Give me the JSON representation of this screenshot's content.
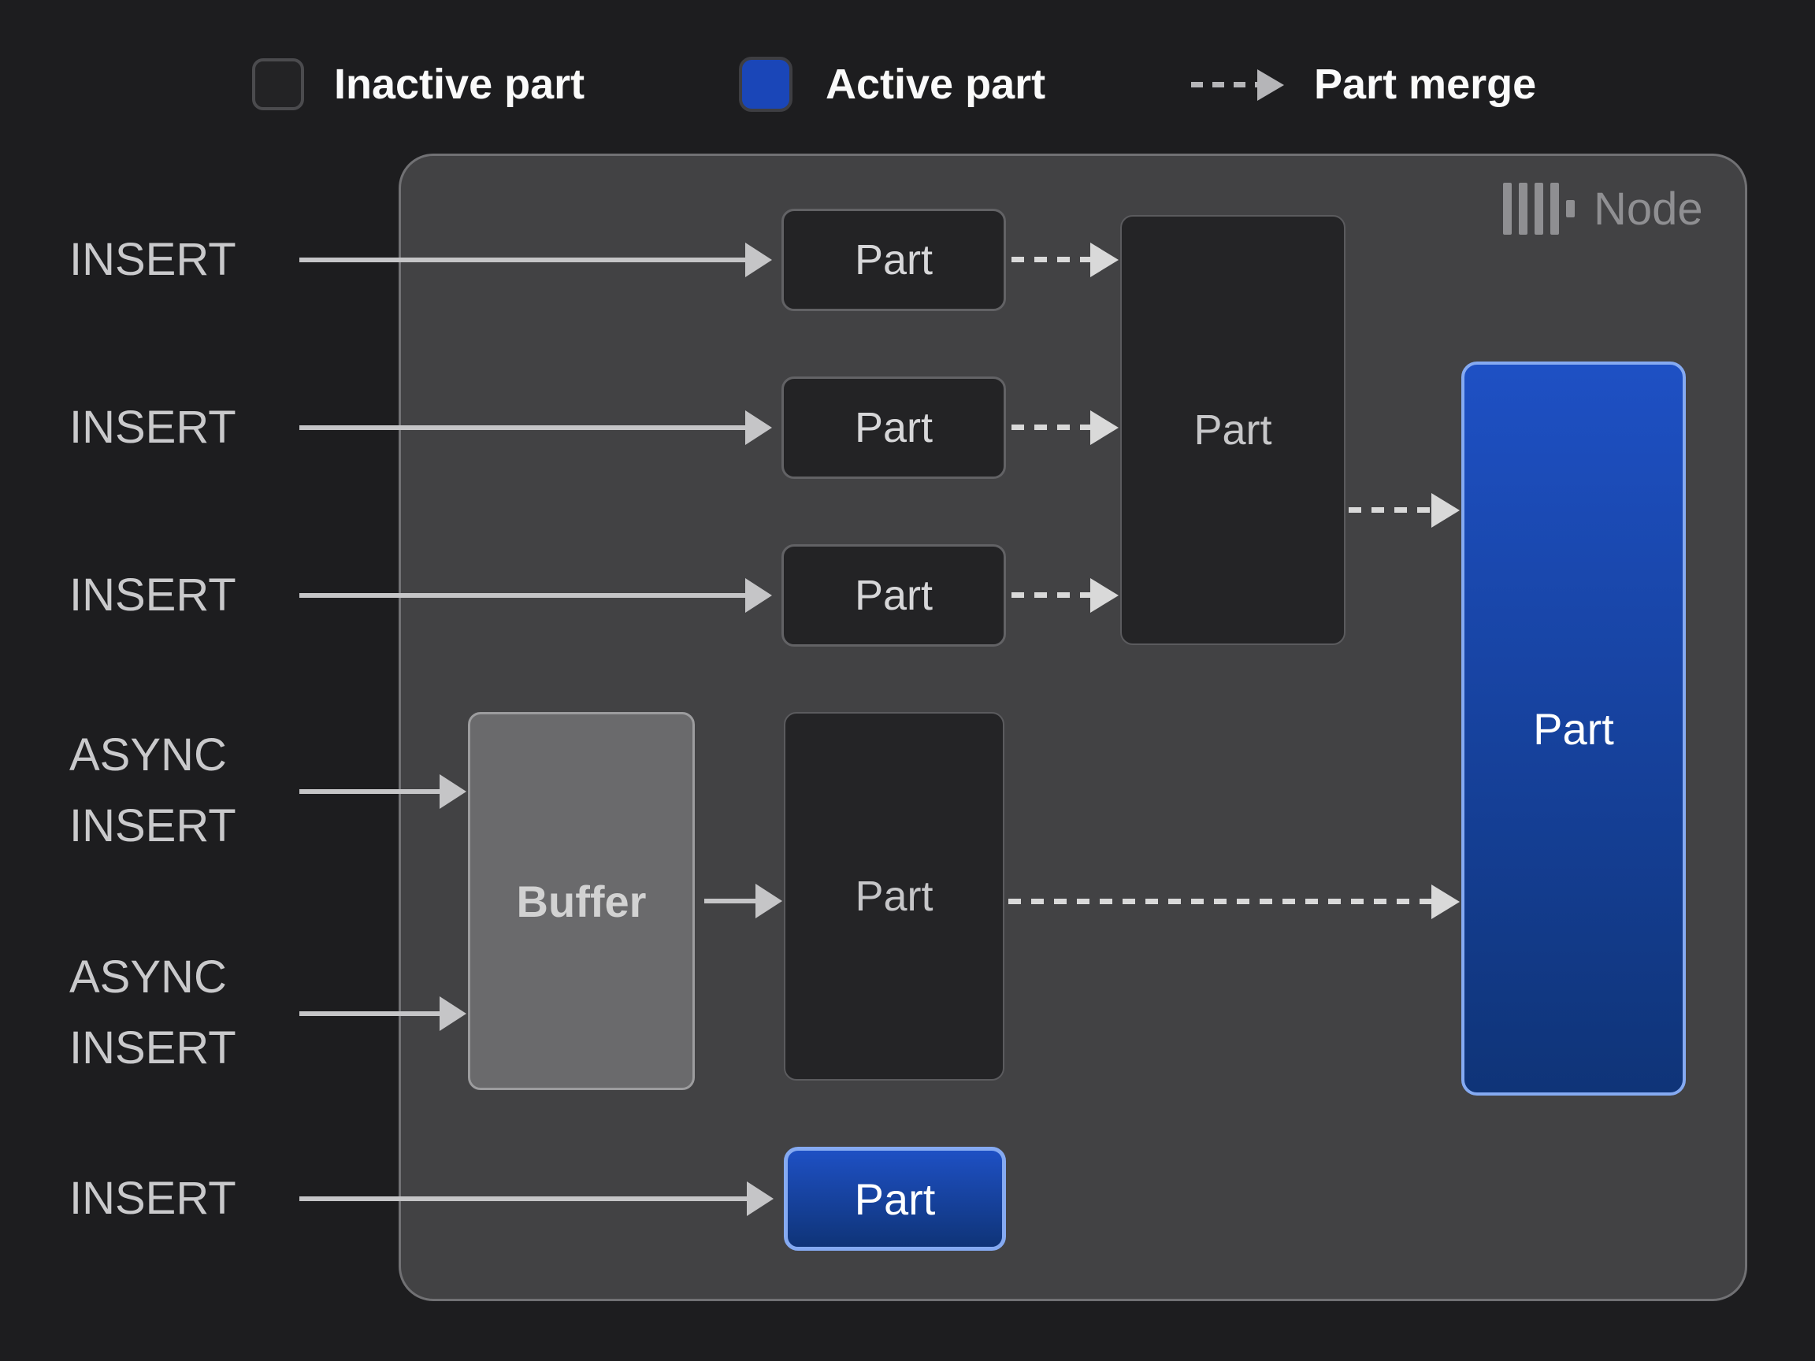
{
  "legend": {
    "inactive_label": "Inactive part",
    "active_label": "Active part",
    "merge_label": "Part merge"
  },
  "node": {
    "title": "Node"
  },
  "labels": {
    "part": "Part",
    "buffer": "Buffer"
  },
  "inputs": {
    "insert_1": "INSERT",
    "insert_2": "INSERT",
    "insert_3": "INSERT",
    "async_1": [
      "ASYNC",
      "INSERT"
    ],
    "async_2": [
      "ASYNC",
      "INSERT"
    ],
    "insert_4": "INSERT"
  },
  "colors": {
    "background": "#1d1d1f",
    "node_fill": "#424244",
    "node_border": "#717174",
    "node_title": "#8f8f92",
    "inactive_fill": "#232325",
    "inactive_border": "#626265",
    "active_top": "#1e50c4",
    "active_bottom": "#0f3478",
    "active_border": "#85aaf2",
    "buffer_fill": "#6a6a6c",
    "buffer_border": "#9c9c9e",
    "arrow_solid": "#c5c5c7",
    "arrow_dashed": "#d9d9d9",
    "text_light": "#c9c9cb",
    "text_white": "#fafafa"
  }
}
